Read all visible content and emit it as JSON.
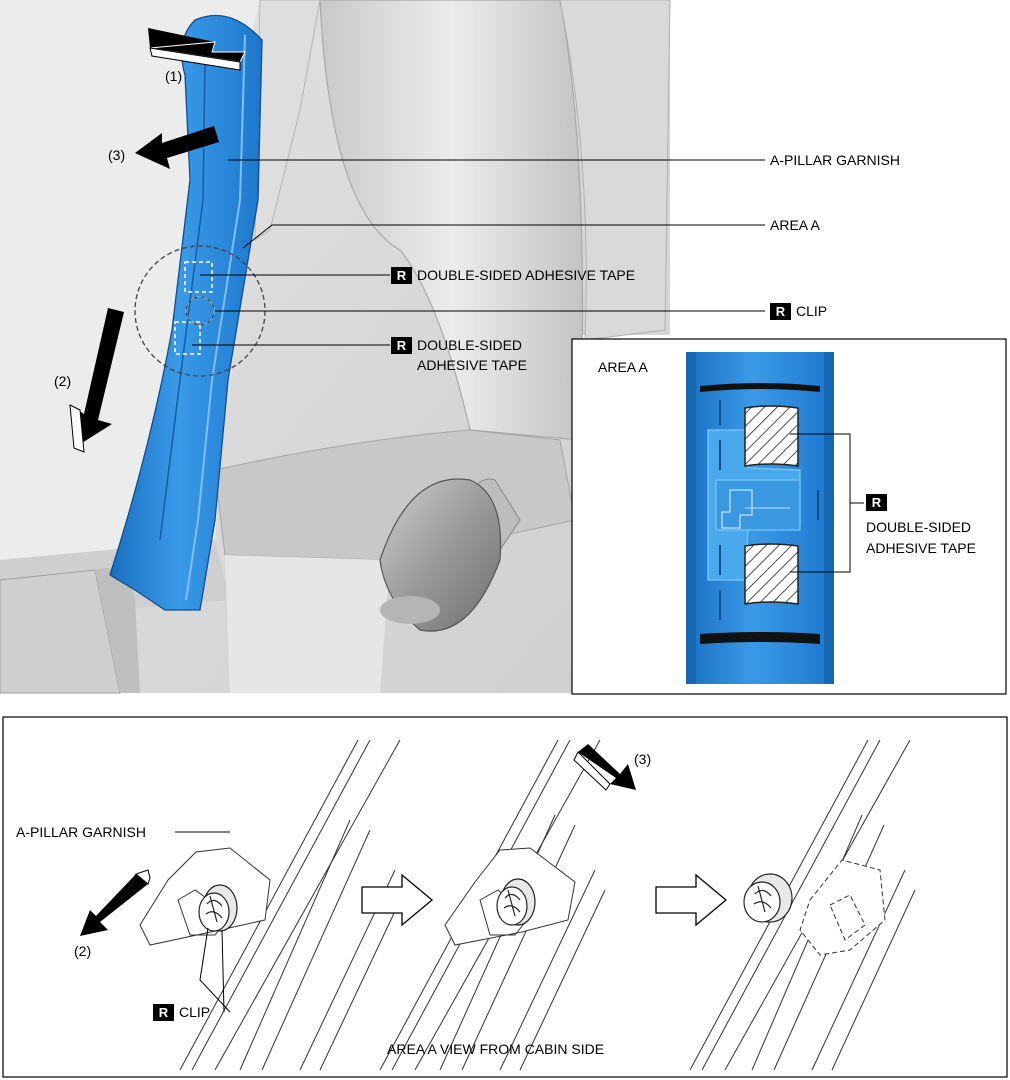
{
  "top": {
    "step1": "(1)",
    "step2": "(2)",
    "step3": "(3)",
    "a_pillar_garnish": "A-PILLAR GARNISH",
    "area_a": "AREA A",
    "r_badge": "R",
    "tape_upper": "DOUBLE-SIDED ADHESIVE TAPE",
    "clip": "CLIP",
    "tape_lower_line1": "DOUBLE-SIDED",
    "tape_lower_line2": "ADHESIVE TAPE"
  },
  "inset": {
    "title": "AREA A",
    "r_badge": "R",
    "tape_line1": "DOUBLE-SIDED",
    "tape_line2": "ADHESIVE TAPE"
  },
  "bottom": {
    "a_pillar_garnish": "A-PILLAR GARNISH",
    "step2": "(2)",
    "step3": "(3)",
    "r_badge": "R",
    "clip": "CLIP",
    "caption": "AREA A VIEW FROM CABIN SIDE"
  },
  "colors": {
    "garnish_blue": "#2f8ee0",
    "garnish_dark": "#1a6fc0",
    "interior_gray": "#d9d9d9"
  }
}
